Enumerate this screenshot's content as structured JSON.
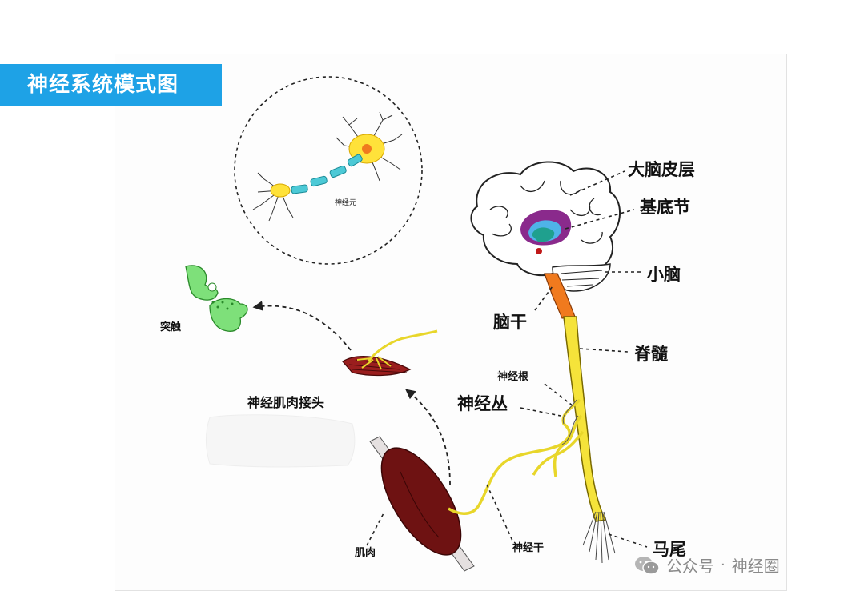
{
  "title": "神经系统模式图",
  "labels": {
    "cortex": "大脑皮层",
    "basal_ganglia": "基底节",
    "cerebellum": "小脑",
    "brainstem": "脑干",
    "spinal_cord": "脊髓",
    "nerve_root": "神经根",
    "plexus": "神经丛",
    "cauda_equina": "马尾",
    "nerve_trunk": "神经干",
    "muscle": "肌肉",
    "nmj": "神经肌肉接头",
    "synapse": "突触",
    "neuron": "神经元"
  },
  "watermark": {
    "text": "公众号",
    "separator": "·",
    "account": "神经圈",
    "icon": "wechat-icon"
  },
  "colors": {
    "banner": "#1ea2e6",
    "spinal_cord": "#f5e33a",
    "brainstem": "#f07a1e",
    "muscle": "#6e1212",
    "synapse": "#7ee07a",
    "basal_purple": "#8a2a8c",
    "basal_teal": "#1fa08e"
  }
}
